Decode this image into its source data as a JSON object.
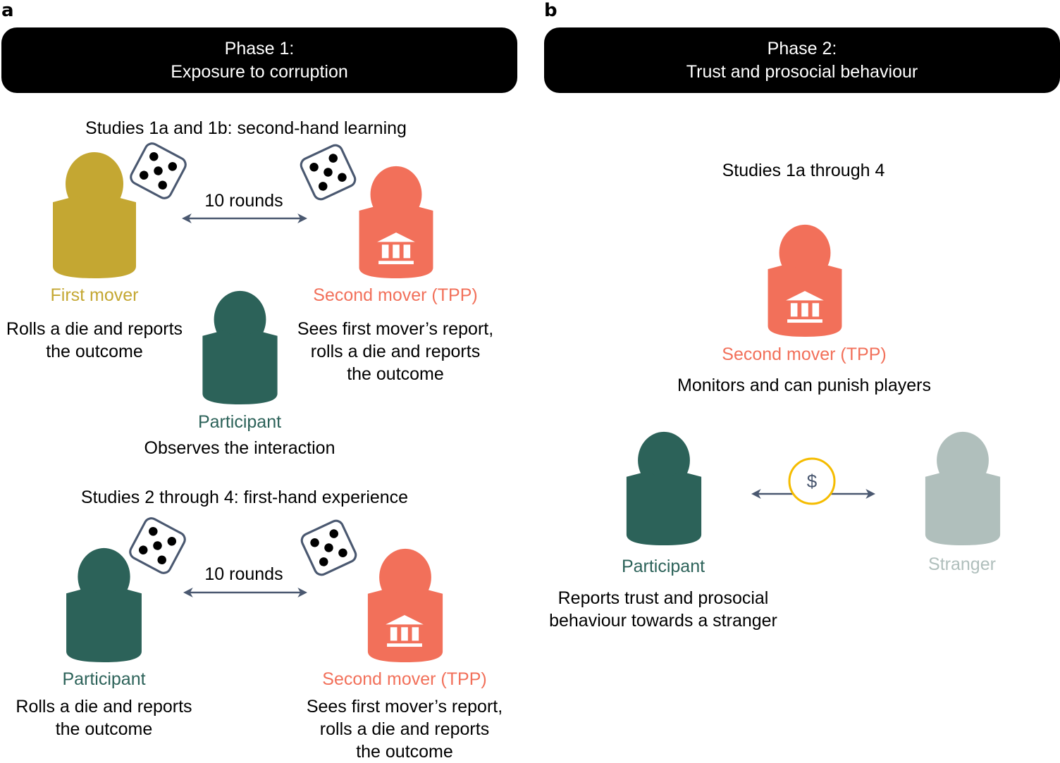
{
  "colors": {
    "first_mover": "#c4a732",
    "second_mover": "#f2705a",
    "participant": "#2c6259",
    "stranger": "#b0bfbc",
    "arrow": "#4a5870",
    "coin": "#f5bc00",
    "header_bg": "#000000"
  },
  "panel_a": {
    "letter": "a",
    "header_line1": "Phase 1:",
    "header_line2": "Exposure to corruption",
    "study1": {
      "title": "Studies 1a and 1b: second-hand learning",
      "rounds_label": "10 rounds",
      "first_mover": {
        "label": "First mover",
        "desc_line1": "Rolls a die and reports",
        "desc_line2": "the outcome"
      },
      "second_mover": {
        "label": "Second mover (TPP)",
        "desc_line1": "Sees first mover’s report,",
        "desc_line2": "rolls a die and reports",
        "desc_line3": "the outcome"
      },
      "participant": {
        "label": "Participant",
        "desc": "Observes the interaction"
      }
    },
    "study2": {
      "title": "Studies 2 through 4: first-hand experience",
      "rounds_label": "10 rounds",
      "participant": {
        "label": "Participant",
        "desc_line1": "Rolls a die and reports",
        "desc_line2": "the outcome"
      },
      "second_mover": {
        "label": "Second mover (TPP)",
        "desc_line1": "Sees first mover’s report,",
        "desc_line2": "rolls a die and reports",
        "desc_line3": "the outcome"
      }
    }
  },
  "panel_b": {
    "letter": "b",
    "header_line1": "Phase 2:",
    "header_line2": "Trust and prosocial behaviour",
    "study_title": "Studies 1a through 4",
    "second_mover": {
      "label": "Second mover (TPP)",
      "desc": "Monitors and can punish players"
    },
    "participant": {
      "label": "Participant",
      "desc_line1": "Reports trust and prosocial",
      "desc_line2": "behaviour towards a stranger"
    },
    "stranger": {
      "label": "Stranger"
    },
    "coin_symbol": "$"
  }
}
